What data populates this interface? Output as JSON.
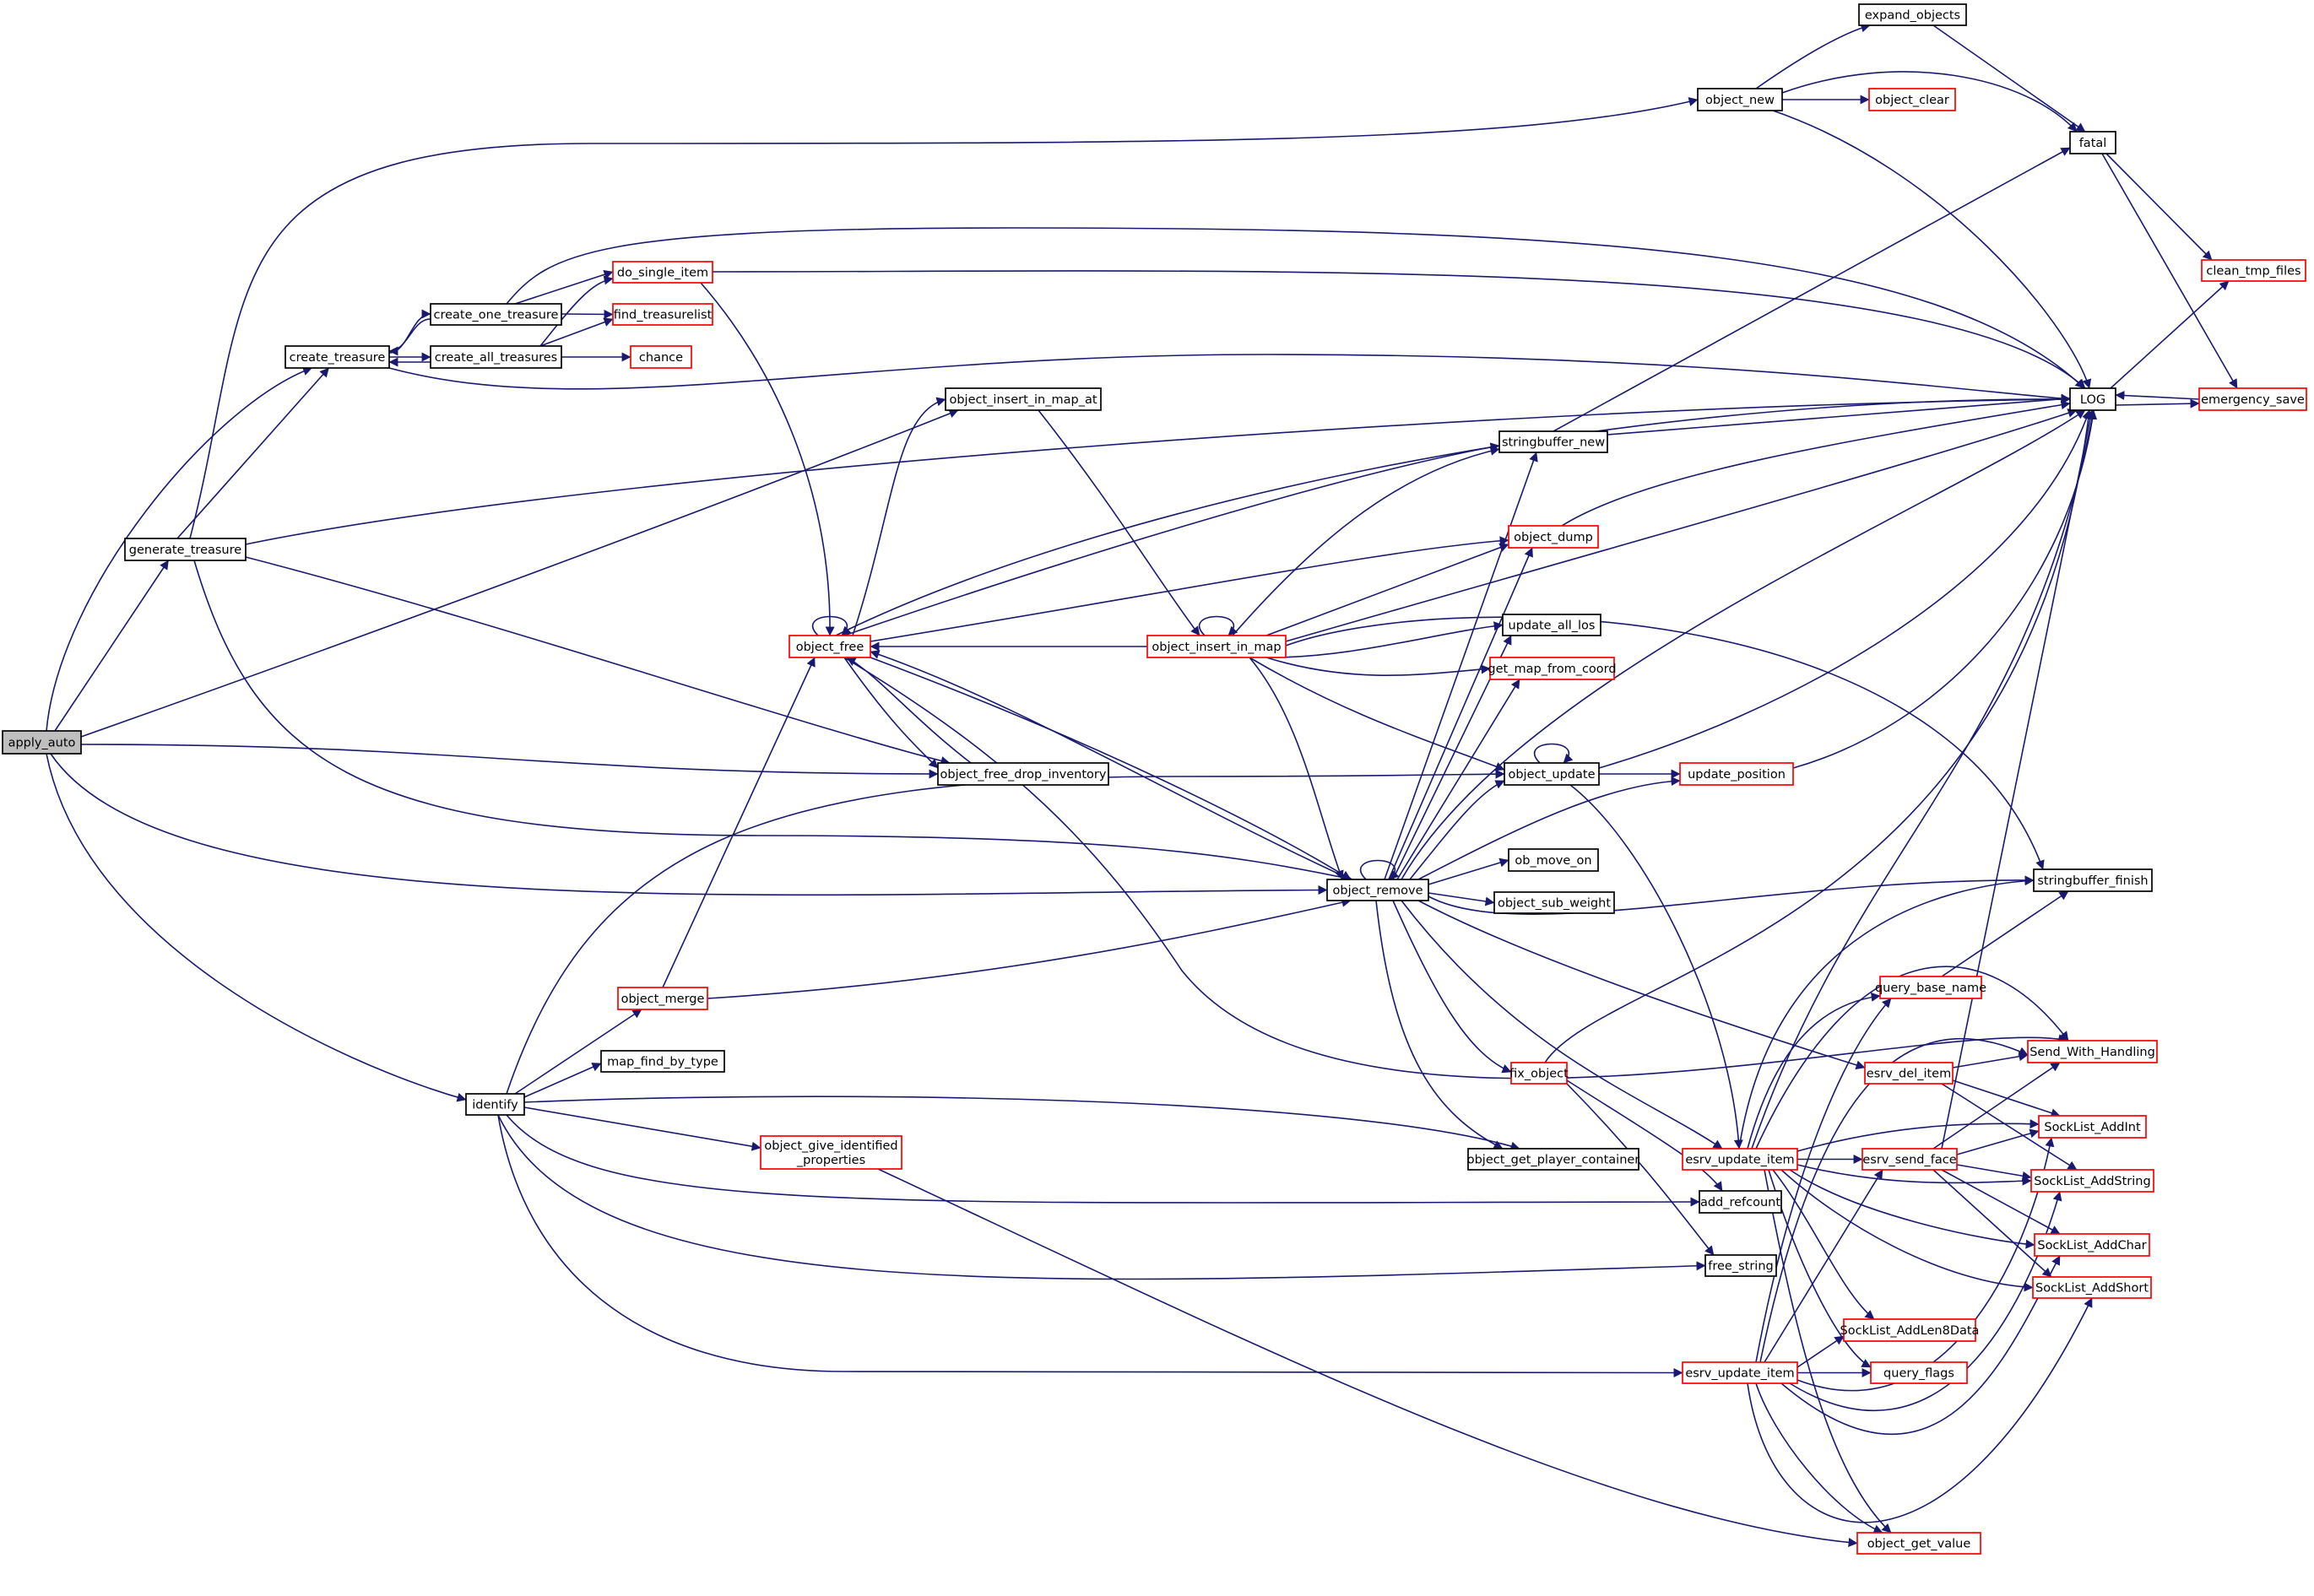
{
  "diagram": {
    "type": "call-graph",
    "colors": {
      "edge": "#191970",
      "border_documented": "#000000",
      "border_undocumented": "#ff0000",
      "fill_root": "#bfbfbf",
      "fill_default": "#ffffff"
    },
    "nodes": [
      {
        "id": "apply_auto",
        "label": "apply_auto",
        "style": "root"
      },
      {
        "id": "generate_treasure",
        "label": "generate_treasure",
        "style": "black"
      },
      {
        "id": "create_treasure",
        "label": "create_treasure",
        "style": "black"
      },
      {
        "id": "create_one_treasure",
        "label": "create_one_treasure",
        "style": "black"
      },
      {
        "id": "create_all_treasures",
        "label": "create_all_treasures",
        "style": "black"
      },
      {
        "id": "do_single_item",
        "label": "do_single_item",
        "style": "red"
      },
      {
        "id": "find_treasurelist",
        "label": "find_treasurelist",
        "style": "red"
      },
      {
        "id": "chance",
        "label": "chance",
        "style": "red"
      },
      {
        "id": "object_new",
        "label": "object_new",
        "style": "black"
      },
      {
        "id": "expand_objects",
        "label": "expand_objects",
        "style": "black"
      },
      {
        "id": "object_clear",
        "label": "object_clear",
        "style": "red"
      },
      {
        "id": "fatal",
        "label": "fatal",
        "style": "black"
      },
      {
        "id": "clean_tmp_files",
        "label": "clean_tmp_files",
        "style": "red"
      },
      {
        "id": "LOG",
        "label": "LOG",
        "style": "black"
      },
      {
        "id": "emergency_save",
        "label": "emergency_save",
        "style": "red"
      },
      {
        "id": "object_insert_in_map_at",
        "label": "object_insert_in_map_at",
        "style": "black"
      },
      {
        "id": "stringbuffer_new",
        "label": "stringbuffer_new",
        "style": "black"
      },
      {
        "id": "object_dump",
        "label": "object_dump",
        "style": "red"
      },
      {
        "id": "object_free",
        "label": "object_free",
        "style": "red"
      },
      {
        "id": "object_insert_in_map",
        "label": "object_insert_in_map",
        "style": "red"
      },
      {
        "id": "update_all_los",
        "label": "update_all_los",
        "style": "black"
      },
      {
        "id": "get_map_from_coord",
        "label": "get_map_from_coord",
        "style": "red"
      },
      {
        "id": "object_free_drop_inventory",
        "label": "object_free_drop_inventory",
        "style": "black"
      },
      {
        "id": "object_update",
        "label": "object_update",
        "style": "black"
      },
      {
        "id": "update_position",
        "label": "update_position",
        "style": "red"
      },
      {
        "id": "ob_move_on",
        "label": "ob_move_on",
        "style": "black"
      },
      {
        "id": "object_remove",
        "label": "object_remove",
        "style": "black"
      },
      {
        "id": "object_sub_weight",
        "label": "object_sub_weight",
        "style": "black"
      },
      {
        "id": "stringbuffer_finish",
        "label": "stringbuffer_finish",
        "style": "black"
      },
      {
        "id": "query_base_name",
        "label": "query_base_name",
        "style": "red"
      },
      {
        "id": "object_merge",
        "label": "object_merge",
        "style": "red"
      },
      {
        "id": "Send_With_Handling",
        "label": "Send_With_Handling",
        "style": "red"
      },
      {
        "id": "map_find_by_type",
        "label": "map_find_by_type",
        "style": "black"
      },
      {
        "id": "fix_object",
        "label": "fix_object",
        "style": "red"
      },
      {
        "id": "esrv_del_item",
        "label": "esrv_del_item",
        "style": "red"
      },
      {
        "id": "identify",
        "label": "identify",
        "style": "black"
      },
      {
        "id": "SockList_AddInt",
        "label": "SockList_AddInt",
        "style": "red"
      },
      {
        "id": "object_give_identified_properties",
        "label": "object_give_identified\n_properties",
        "style": "red"
      },
      {
        "id": "object_get_player_container",
        "label": "object_get_player_container",
        "style": "black"
      },
      {
        "id": "esrv_update_item_1",
        "label": "esrv_update_item",
        "style": "red"
      },
      {
        "id": "esrv_send_face",
        "label": "esrv_send_face",
        "style": "red"
      },
      {
        "id": "SockList_AddString",
        "label": "SockList_AddString",
        "style": "red"
      },
      {
        "id": "add_refcount",
        "label": "add_refcount",
        "style": "black"
      },
      {
        "id": "SockList_AddChar",
        "label": "SockList_AddChar",
        "style": "red"
      },
      {
        "id": "free_string",
        "label": "free_string",
        "style": "black"
      },
      {
        "id": "SockList_AddShort",
        "label": "SockList_AddShort",
        "style": "red"
      },
      {
        "id": "SockList_AddLen8Data",
        "label": "SockList_AddLen8Data",
        "style": "red"
      },
      {
        "id": "esrv_update_item_2",
        "label": "esrv_update_item",
        "style": "red"
      },
      {
        "id": "query_flags",
        "label": "query_flags",
        "style": "red"
      },
      {
        "id": "object_get_value",
        "label": "object_get_value",
        "style": "red"
      }
    ]
  }
}
